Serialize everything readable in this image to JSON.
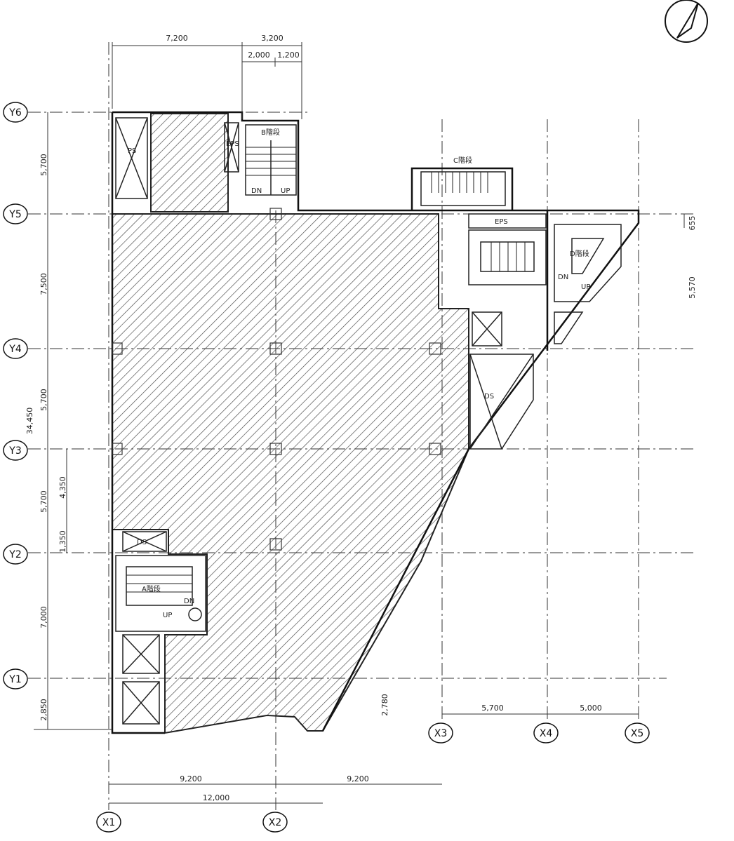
{
  "grid": {
    "y_axes": [
      "Y6",
      "Y5",
      "Y4",
      "Y3",
      "Y2",
      "Y1"
    ],
    "x_axes": [
      "X1",
      "X2",
      "X3",
      "X4",
      "X5"
    ]
  },
  "dims": {
    "top_7200": "7,200",
    "top_3200": "3,200",
    "top_2000": "2,000",
    "top_1200": "1,200",
    "left_5700_a": "5,700",
    "left_7500": "7,500",
    "left_34450": "34,450",
    "left_5700_b": "5,700",
    "left_5700_c": "5,700",
    "left_4350": "4,350",
    "left_1350": "1,350",
    "left_7000": "7,000",
    "left_2850": "2,850",
    "right_655": "655",
    "right_5570": "5,570",
    "bottom_9200_a": "9,200",
    "bottom_9200_b": "9,200",
    "bottom_12000": "12,000",
    "bottom_2780": "2,780",
    "bottom_5700": "5,700",
    "bottom_5000": "5,000"
  },
  "labels": {
    "ps": "PS",
    "eps_top": "EPS",
    "eps_right": "EPS",
    "ds_mid": "DS",
    "ds_left": "DS",
    "up_left": "UP",
    "up_right": "UP",
    "up_top": "UP",
    "dn_top": "DN",
    "dn_right": "DN",
    "dn_left": "DN",
    "stair_top_c": "C階段",
    "stair_top_b": "B階段",
    "stair_left": "A階段",
    "stair_right": "D階段"
  }
}
